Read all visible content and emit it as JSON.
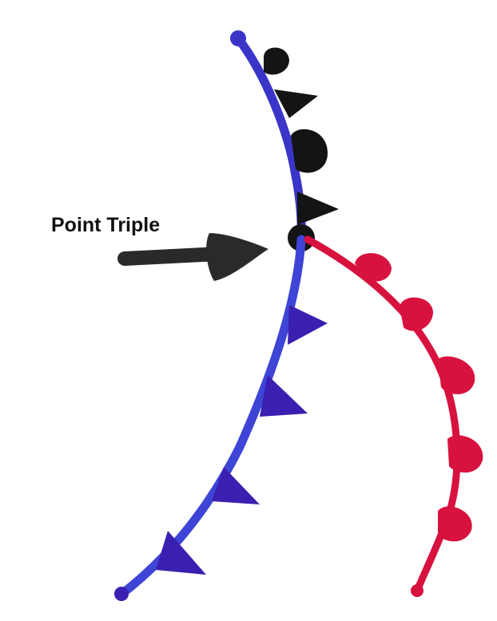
{
  "label": {
    "text": "Point Triple"
  },
  "colors": {
    "cold_front": "#3a35c8",
    "occluded_front": "#1a1a1a",
    "warm_front": "#d8123e",
    "arrow": "#2a2a2a",
    "background": "#ffffff"
  },
  "fronts": [
    {
      "name": "occluded-front",
      "symbols": "mixed-semicircles-triangles"
    },
    {
      "name": "cold-front",
      "symbols": "triangles"
    },
    {
      "name": "warm-front",
      "symbols": "semicircles"
    }
  ]
}
